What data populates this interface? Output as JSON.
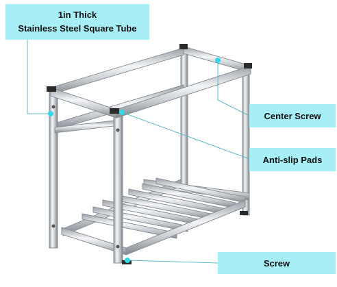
{
  "callouts": {
    "tube_line1": "1in Thick",
    "tube_line2": "Stainless Steel Square Tube",
    "center_screw": "Center Screw",
    "anti_slip_pads": "Anti-slip Pads",
    "screw": "Screw"
  },
  "colors": {
    "callout_fill": "#a7eef6",
    "leader_line": "#5fb7c4",
    "marker_dot": "#35d7e6",
    "steel_light": "#f2f3f5",
    "steel_dark": "#8f959c"
  }
}
